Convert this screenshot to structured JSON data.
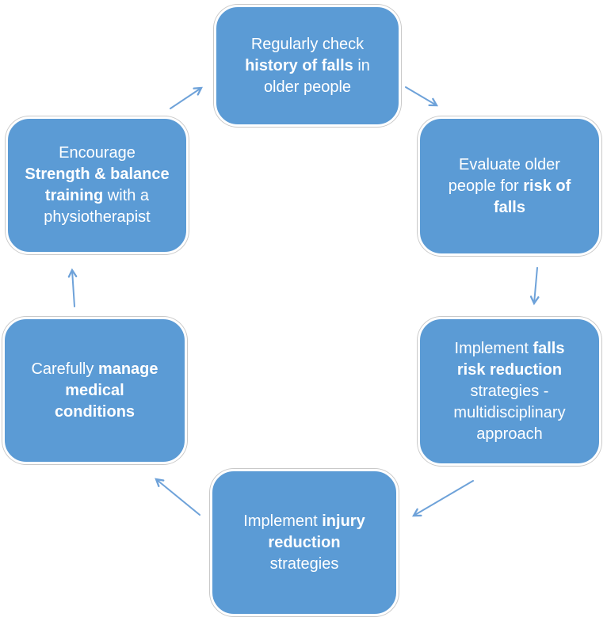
{
  "diagram_type": "cycle",
  "colors": {
    "node_fill": "#5b9bd5",
    "node_border": "#ffffff",
    "node_outline": "#c9c9c9",
    "arrow": "#6ea2d9",
    "text": "#ffffff",
    "background": "#ffffff"
  },
  "nodes": [
    {
      "id": "regularly-check-history-of-falls",
      "segments": [
        {
          "text": "Regularly check\n",
          "bold": false
        },
        {
          "text": "history of falls",
          "bold": true
        },
        {
          "text": " in\nolder people",
          "bold": false
        }
      ]
    },
    {
      "id": "evaluate-risk-of-falls",
      "segments": [
        {
          "text": "Evaluate older\npeople for ",
          "bold": false
        },
        {
          "text": "risk of\nfalls",
          "bold": true
        }
      ]
    },
    {
      "id": "implement-falls-risk-reduction",
      "segments": [
        {
          "text": "Implement ",
          "bold": false
        },
        {
          "text": "falls\nrisk reduction",
          "bold": true
        },
        {
          "text": "\nstrategies -\nmultidisciplinary\napproach",
          "bold": false
        }
      ]
    },
    {
      "id": "implement-injury-reduction",
      "segments": [
        {
          "text": "Implement ",
          "bold": false
        },
        {
          "text": "injury\nreduction",
          "bold": true
        },
        {
          "text": "\nstrategies",
          "bold": false
        }
      ]
    },
    {
      "id": "manage-medical-conditions",
      "segments": [
        {
          "text": "Carefully ",
          "bold": false
        },
        {
          "text": "manage\nmedical\nconditions",
          "bold": true
        }
      ]
    },
    {
      "id": "strength-and-balance-training",
      "segments": [
        {
          "text": "Encourage\n",
          "bold": false
        },
        {
          "text": "Strength & balance\ntraining",
          "bold": true
        },
        {
          "text": " with a\nphysiotherapist",
          "bold": false
        }
      ]
    }
  ]
}
